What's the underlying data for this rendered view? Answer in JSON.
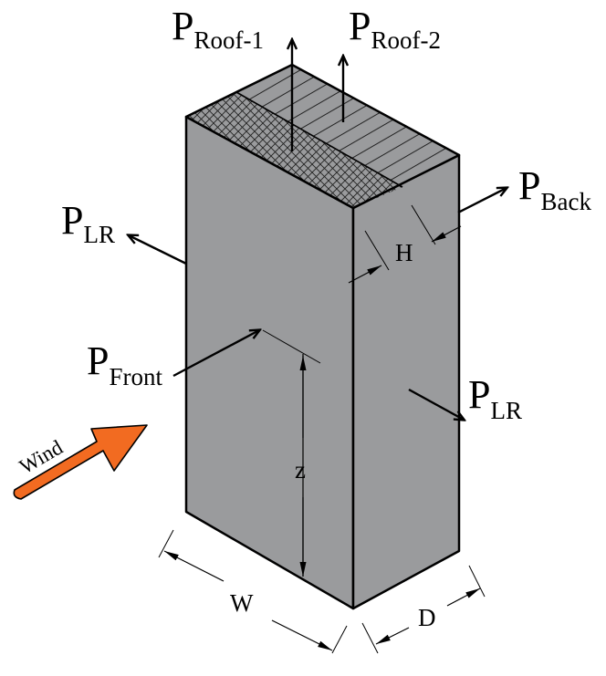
{
  "labels": {
    "p": "P",
    "roof1": "Roof-1",
    "roof2": "Roof-2",
    "back": "Back",
    "lr": "LR",
    "front": "Front",
    "h": "H",
    "z": "z",
    "w": "W",
    "d": "D",
    "wind": "Wind"
  },
  "colors": {
    "building_face": "#9a9b9d",
    "edge": "#000000",
    "wind_arrow": "#f26b21",
    "background": "#ffffff"
  }
}
